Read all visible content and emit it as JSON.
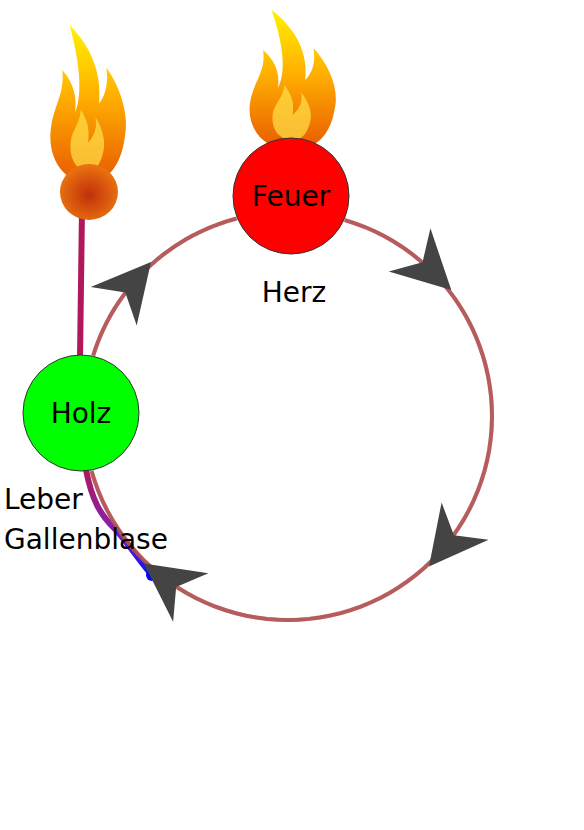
{
  "diagram": {
    "nodes": [
      {
        "text": [
          "Feuer",
          "Herz"
        ]
      },
      {
        "text": [
          "Holz",
          "Leber Gallenblase"
        ]
      }
    ],
    "edges": [
      {
        "from": 1,
        "to": 0,
        "arrow": "to"
      },
      {
        "from": 0,
        "to": 1,
        "arrow": "to"
      }
    ]
  }
}
